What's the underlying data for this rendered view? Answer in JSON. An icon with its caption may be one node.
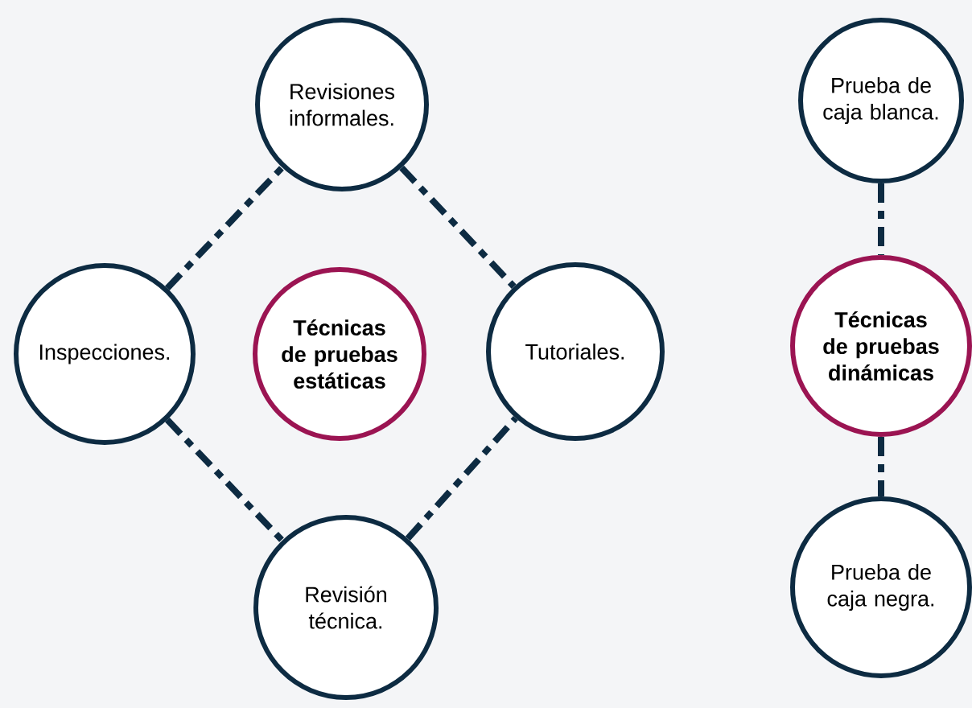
{
  "diagram": {
    "nodes": [
      {
        "text": [
          "Revisiones informales."
        ]
      },
      {
        "text": [
          "Inspecciones."
        ]
      },
      {
        "text": [
          "Técnicas de pruebas estáticas"
        ]
      },
      {
        "text": [
          "Tutoriales."
        ]
      },
      {
        "text": [
          "Revisión técnica."
        ]
      },
      {
        "text": [
          "Prueba de caja blanca."
        ]
      },
      {
        "text": [
          "Técnicas de pruebas dinámicas"
        ]
      },
      {
        "text": [
          "Prueba de caja negra."
        ]
      }
    ],
    "edges": [
      {
        "from": 1,
        "to": 0,
        "arrow": "none",
        "style": "dashed"
      },
      {
        "from": 0,
        "to": 3,
        "arrow": "none",
        "style": "dashed"
      },
      {
        "from": 1,
        "to": 4,
        "arrow": "none",
        "style": "dashed"
      },
      {
        "from": 4,
        "to": 3,
        "arrow": "none",
        "style": "dashed"
      },
      {
        "from": 5,
        "to": 6,
        "arrow": "none",
        "style": "dashed"
      },
      {
        "from": 6,
        "to": 7,
        "arrow": "none",
        "style": "dashed"
      }
    ]
  }
}
